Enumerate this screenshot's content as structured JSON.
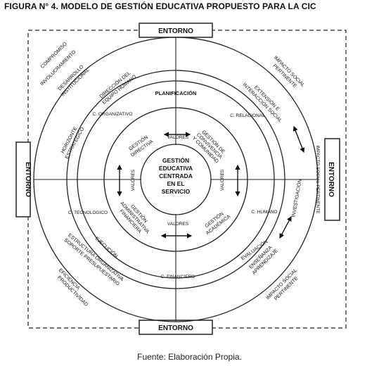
{
  "title": "FIGURA N° 4. MODELO DE GESTIÓN EDUCATIVA PROPUESTO PARA LA CIC",
  "source": "Fuente: Elaboración Propia.",
  "environment": {
    "top": "ENTORNO",
    "bottom": "ENTORNO",
    "left": "ENTORNO",
    "right": "ENTORNO"
  },
  "center": [
    "GESTIÓN",
    "EDUCATIVA",
    "CENTRADA",
    "EN EL",
    "SERVICIO"
  ],
  "inner_ring": {
    "directiva": [
      "GESTIÓN",
      "DIRECTIVA"
    ],
    "convivencia": [
      "GESTIÓN DE",
      "CONVIVENCIA",
      "Y COMUNIDAD"
    ],
    "administrativa": [
      "GESTIÓN",
      "ADMINISTRATIVA",
      "FINANCIERA"
    ],
    "academica": [
      "GESTIÓN",
      "ACADÉMICA"
    ],
    "valores": "VALORES"
  },
  "capitals": {
    "organizativo": "C. ORGANIZATIVO",
    "relacional": "C. RELACIONAL",
    "tecnologico": "C. TECNOLÓGICO",
    "humano": "C. HUMANO",
    "financiero": "C. FINANCIERO"
  },
  "process_ring": {
    "planificacion": "PLANIFICACIÓN",
    "direccion": [
      "DIRECCIÓN DEL",
      "EQUIPO HUMANO"
    ],
    "horizonte": [
      "HORIZONTE",
      "ESTRATÉGICO"
    ],
    "ejecucion": "EJECUCIÓN",
    "estructura": [
      "ESTRUCTURA ORGANIZATIVA",
      "SOPORTE PRESUPUESTARIO"
    ],
    "evaluacion": "EVALUACIÓN",
    "extension": [
      "EXTENSIÓN E",
      "INTERACCIÓN SOCIAL"
    ],
    "investigacion": "INVESTIGACIÓN",
    "ensenanza": [
      "ENSEÑANZA",
      "APRENDIZAJE"
    ]
  },
  "outer_ring": {
    "compromiso": "COMPROMISO",
    "involucramiento": "INVOLUCRAMIENTO",
    "desarrollo": [
      "DESARROLLO",
      "INSTITUCIONAL"
    ],
    "eficiencia": "EFICIENCIA",
    "productividad": "PRODUCTIVIDAD",
    "impacto_top": [
      "IMPACTO SOCIAL",
      "PERTINENTE"
    ],
    "impacto_right": "IMPACTO SOCIAL PERTINENTE",
    "impacto_bottom": [
      "IMPACTO SOCIAL",
      "PERTINENTE"
    ]
  }
}
